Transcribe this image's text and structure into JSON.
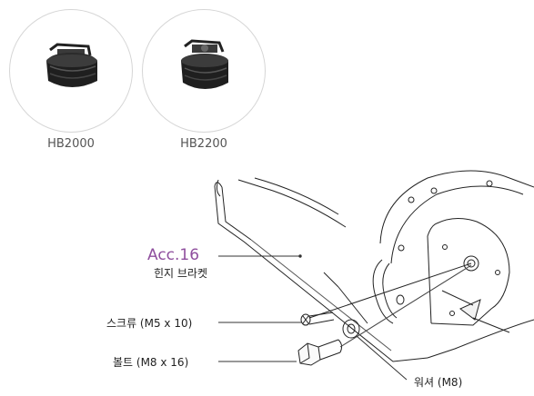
{
  "products": [
    {
      "model": "HB2000"
    },
    {
      "model": "HB2200"
    }
  ],
  "accessory": {
    "code": "Acc.16",
    "name": "힌지 브라켓"
  },
  "parts": {
    "screw": "스크류 (M5 x 10)",
    "bolt": "볼트 (M8 x 16)",
    "washer": "워셔 (M8)"
  },
  "colors": {
    "accent": "#8f4f9e",
    "line": "#222222",
    "circle_border": "#d6d6d6"
  }
}
